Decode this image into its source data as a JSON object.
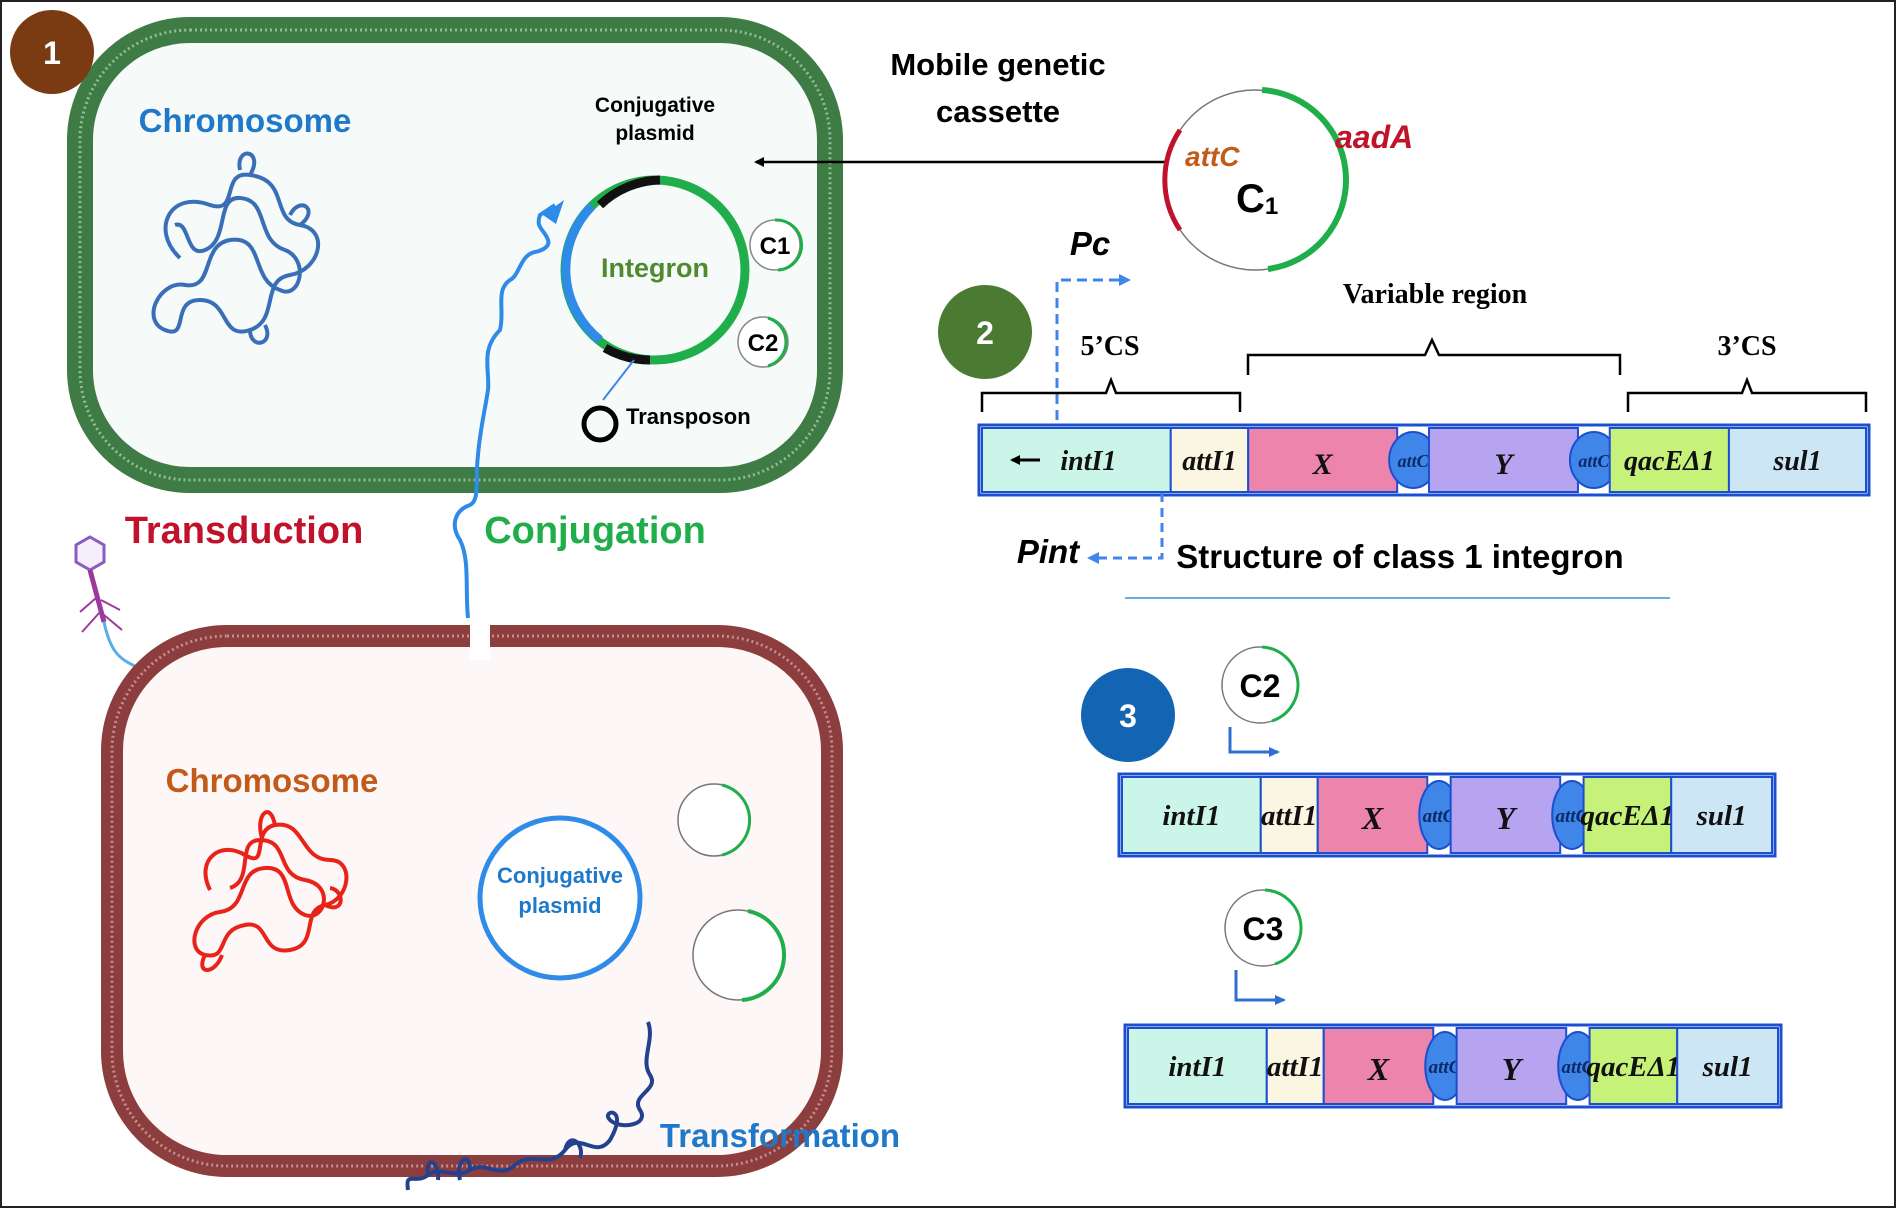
{
  "panel1": {
    "badge": "1",
    "donor_chromosome": "Chromosome",
    "conjugative_plasmid_line1": "Conjugative",
    "conjugative_plasmid_line2": "plasmid",
    "integron": "Integron",
    "transposon": "Transposon",
    "c1": "C1",
    "c2": "C2",
    "transduction": "Transduction",
    "conjugation": "Conjugation",
    "recipient_chromosome": "Chromosome",
    "recipient_plasmid_line1": "Conjugative",
    "recipient_plasmid_line2": "plasmid",
    "transformation": "Transformation"
  },
  "cassette": {
    "title_line1": "Mobile genetic",
    "title_line2": "cassette",
    "attC": "attC",
    "aadA": "aadA",
    "C": "C",
    "sub": "1"
  },
  "panel2": {
    "badge": "2",
    "pc": "Pc",
    "pint": "Pint",
    "five_cs": "5’CS",
    "variable_region": "Variable region",
    "three_cs": "3’CS",
    "caption": "Structure of class 1 integron",
    "genes": {
      "intI1": "intI1",
      "attI1": "attI1",
      "X": "X",
      "attC": "attC",
      "Y": "Y",
      "qacE": "qacEΔ1",
      "sul1": "sul1"
    }
  },
  "panel3": {
    "badge": "3",
    "c2": "C2",
    "c3": "C3"
  },
  "colors": {
    "donor_wall": "#3f7b45",
    "recipient_wall": "#8c3d3d",
    "badge1": "#7a3a12",
    "badge2": "#4b7a33",
    "badge3": "#1464b4",
    "blue_text": "#1f78c8",
    "green": "#1fae4a",
    "red": "#c0122a",
    "brown": "#c25a1a",
    "int_fill": "#ccf5ea",
    "att_fill": "#fbf6e2",
    "x_fill": "#ec84ac",
    "y_fill": "#b7a4f0",
    "qac_fill": "#c6f27a",
    "sul_fill": "#cde6f6",
    "attc_fill": "#3f86e8",
    "frame_blue": "#1c4fd0"
  }
}
